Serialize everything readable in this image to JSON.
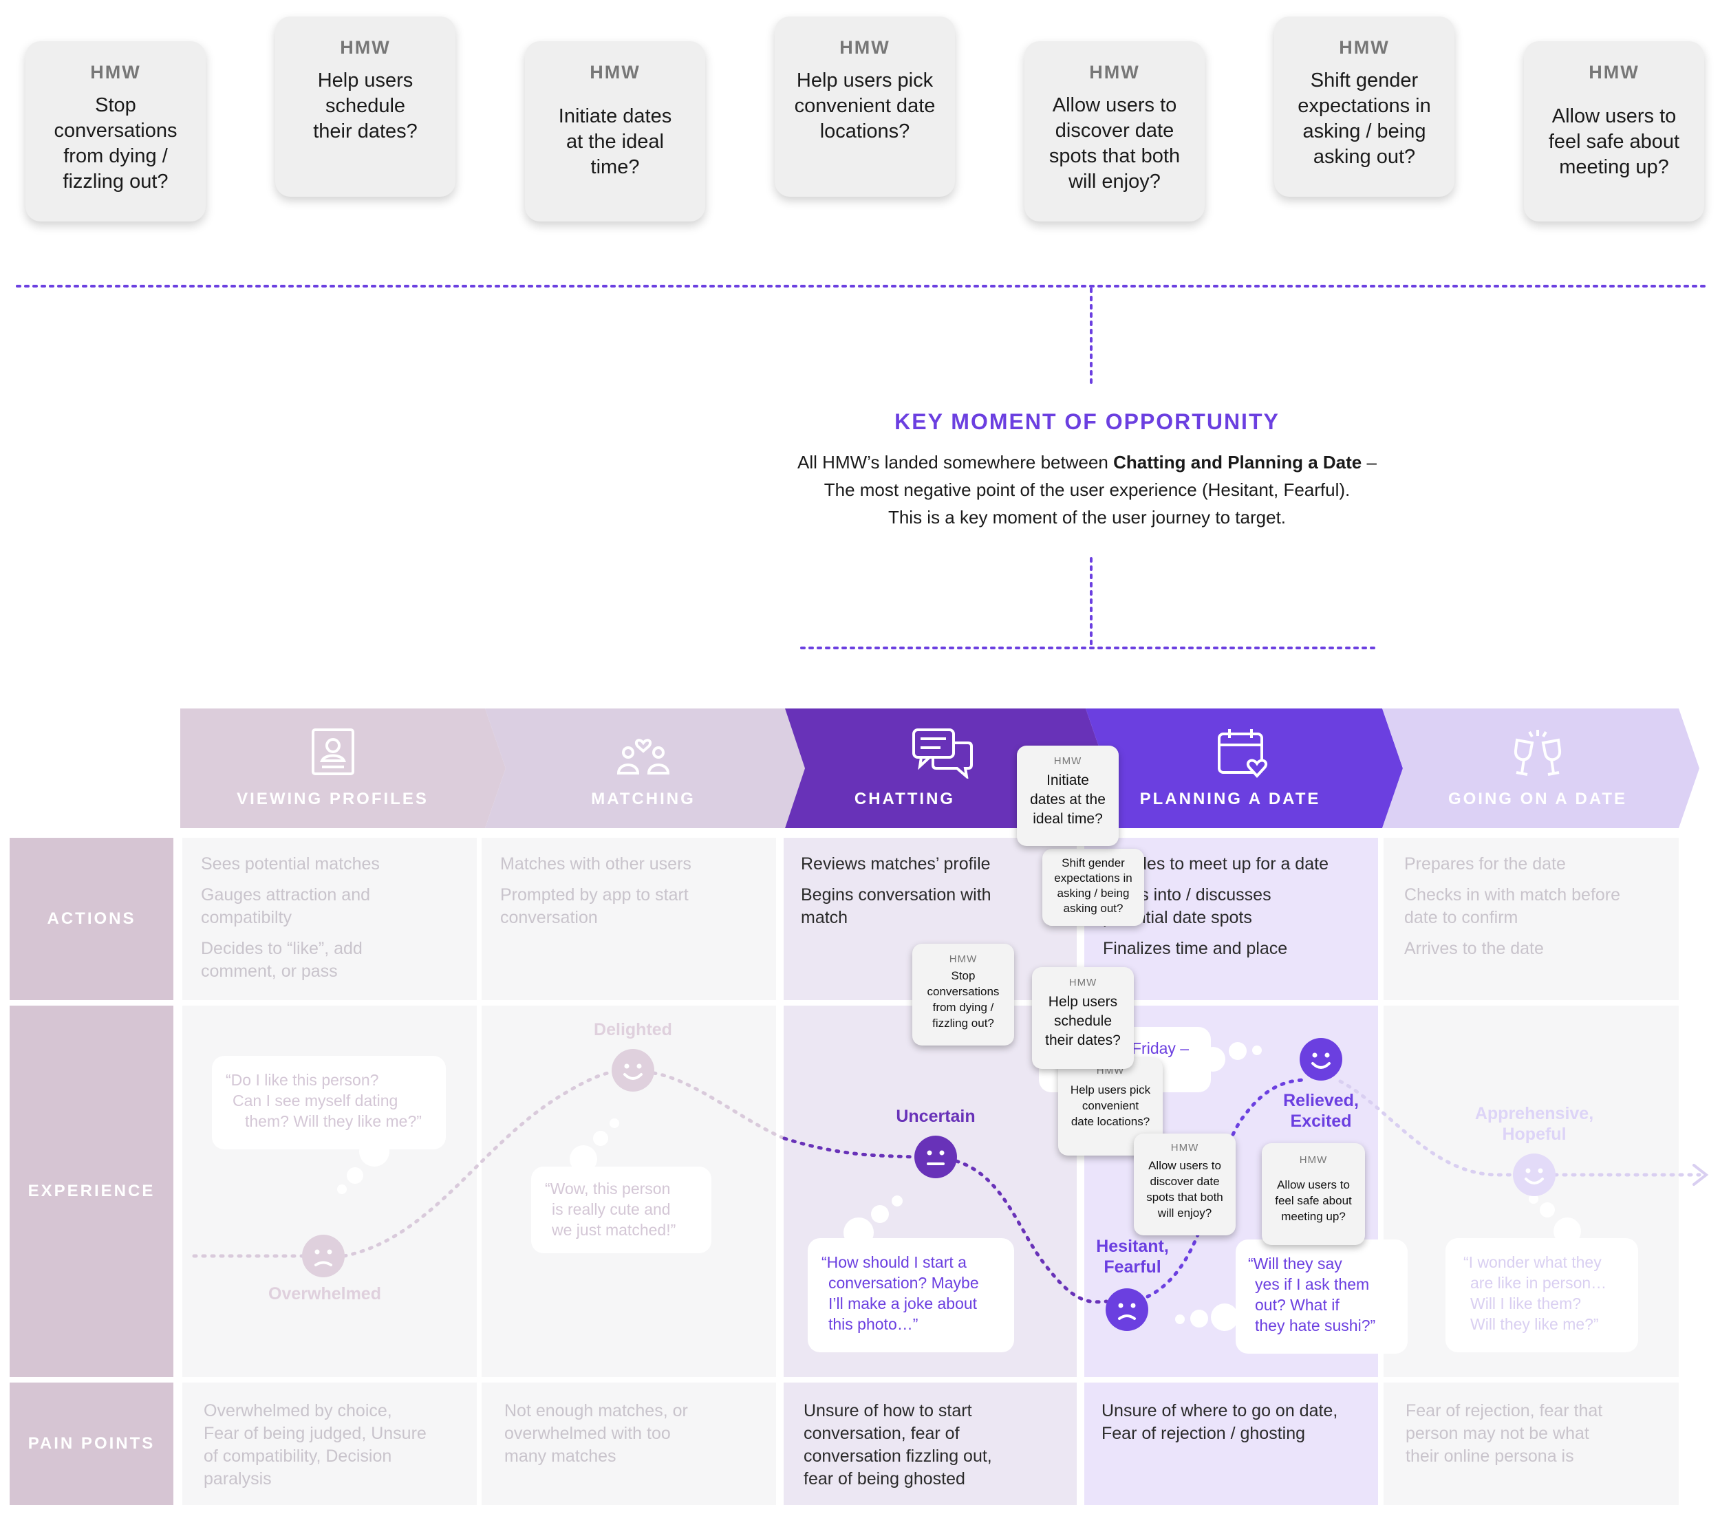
{
  "colors": {
    "accent": "#6b3fe0",
    "chatting": "#6832b8",
    "planning": "#6b3fe0",
    "faded_stage": "#dccddb"
  },
  "hmw_cards": [
    {
      "tag": "HMW",
      "lines": [
        "Stop",
        "conversations",
        "from dying /",
        "fizzling out?"
      ]
    },
    {
      "tag": "HMW",
      "lines": [
        "Help users",
        "schedule",
        "their dates?"
      ]
    },
    {
      "tag": "HMW",
      "lines": [
        "Initiate dates",
        "at the ideal",
        "time?"
      ]
    },
    {
      "tag": "HMW",
      "lines": [
        "Help users pick",
        "convenient date",
        "locations?"
      ]
    },
    {
      "tag": "HMW",
      "lines": [
        "Allow users to",
        "discover date",
        "spots that both",
        "will enjoy?"
      ]
    },
    {
      "tag": "HMW",
      "lines": [
        "Shift gender",
        "expectations in",
        "asking / being",
        "asking out?"
      ]
    },
    {
      "tag": "HMW",
      "lines": [
        "Allow users to",
        "feel safe about",
        "meeting up?"
      ]
    }
  ],
  "key_moment": {
    "title": "KEY MOMENT OF OPPORTUNITY",
    "line1_pre": "All HMW’s landed somewhere between ",
    "line1_bold": "Chatting and Planning a Date",
    "line1_post": " –",
    "line2": "The most negative point of the user experience (Hesitant, Fearful).",
    "line3": "This is a key moment of the user journey to target."
  },
  "stages": [
    {
      "label": "VIEWING PROFILES",
      "icon": "profile-card-icon"
    },
    {
      "label": "MATCHING",
      "icon": "people-heart-icon"
    },
    {
      "label": "CHATTING",
      "icon": "chat-bubbles-icon"
    },
    {
      "label": "PLANNING A DATE",
      "icon": "calendar-heart-icon"
    },
    {
      "label": "GOING ON A DATE",
      "icon": "cheers-glasses-icon"
    }
  ],
  "row_labels": {
    "actions": "ACTIONS",
    "experience": "EXPERIENCE",
    "pain_points": "PAIN POINTS"
  },
  "actions": [
    [
      "Sees potential matches",
      "Gauges attraction and",
      "compatibilty",
      "Decides to “like”, add",
      "comment, or pass"
    ],
    [
      "Matches with other users",
      "Prompted by app to start",
      "conversation"
    ],
    [
      "Reviews matches’ profile",
      "Begins conversation with",
      "match"
    ],
    [
      "Decides to meet up for a date",
      "Looks into / discusses",
      "potential date spots",
      "Finalizes time and place"
    ],
    [
      "Prepares for the date",
      "Checks in with match before",
      "date to confirm",
      "Arrives to the date"
    ]
  ],
  "pain_points": [
    [
      "Overwhelmed by choice,",
      "Fear of being judged, Unsure",
      "of compatibility, Decision",
      "paralysis"
    ],
    [
      "Not enough matches, or",
      "overwhelmed with too",
      "many matches"
    ],
    [
      "Unsure of how to start",
      "conversation, fear of",
      "conversation fizzling out,",
      "fear of being ghosted"
    ],
    [
      "Unsure of where to go on date,",
      "Fear of rejection / ghosting"
    ],
    [
      "Fear of rejection, fear that",
      "person may not be what",
      "their online persona is"
    ]
  ],
  "emotions": {
    "overwhelmed": "Overwhelmed",
    "delighted": "Delighted",
    "uncertain": "Uncertain",
    "hesitant": [
      "Hesitant,",
      "Fearful"
    ],
    "relieved": [
      "Relieved,",
      "Excited"
    ],
    "apprehensive": [
      "Apprehensive,",
      "Hopeful"
    ]
  },
  "quotes": {
    "q1": [
      "“Do I like this person?",
      "Can I see myself dating",
      "them? Will they like me?”"
    ],
    "q2": [
      "“Wow, this person",
      "is really cute and",
      "we just matched!”"
    ],
    "q3": [
      "“How should I start a",
      "conversation? Maybe",
      "I’ll make a joke about",
      "this photo…”"
    ],
    "q4_partial": "Friday –",
    "q5": [
      "“Will they say",
      "yes if I ask them",
      "out? What if",
      "they hate sushi?”"
    ],
    "q6": [
      "“I wonder what they",
      "are like in person…",
      "Will I like them?",
      "Will they like me?”"
    ]
  },
  "mini_cards": [
    {
      "tag": "HMW",
      "lines": [
        "Initiate",
        "dates at the",
        "ideal time?"
      ]
    },
    {
      "tag": "",
      "lines": [
        "Shift gender",
        "expectations in",
        "asking / being",
        "asking out?"
      ]
    },
    {
      "tag": "HMW",
      "lines": [
        "Stop",
        "conversations",
        "from dying /",
        "fizzling out?"
      ]
    },
    {
      "tag": "HMW",
      "lines": [
        "Help users",
        "schedule",
        "their dates?"
      ]
    },
    {
      "tag": "HMW",
      "lines": [
        "Help users pick",
        "convenient",
        "date locations?"
      ]
    },
    {
      "tag": "HMW",
      "lines": [
        "Allow users to",
        "discover date",
        "spots that both",
        "will enjoy?"
      ]
    },
    {
      "tag": "HMW",
      "lines": [
        "Allow users to",
        "feel safe about",
        "meeting up?"
      ]
    }
  ]
}
